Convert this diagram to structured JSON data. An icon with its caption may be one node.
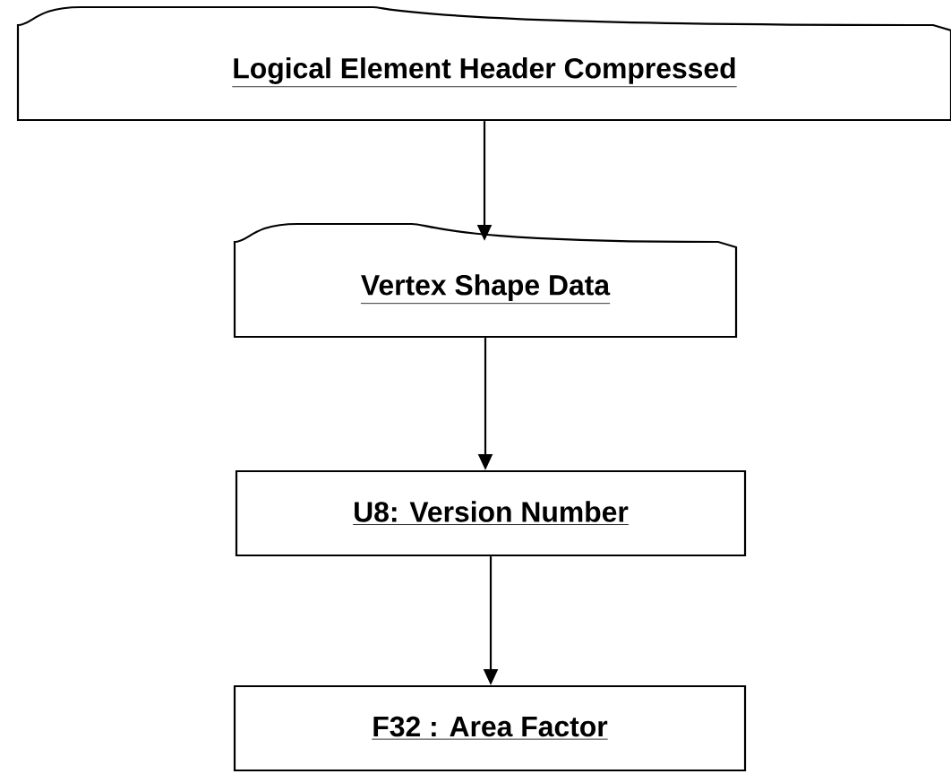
{
  "diagram": {
    "nodes": [
      {
        "text": [
          "Logical Element Header Compressed"
        ]
      },
      {
        "text": [
          "Vertex Shape Data"
        ]
      },
      {
        "text": [
          "U8: Version Number"
        ]
      },
      {
        "text": [
          "F32 : Area Factor"
        ]
      }
    ],
    "edges": [
      {
        "from": 0,
        "to": 1,
        "arrow": "to"
      },
      {
        "from": 1,
        "to": 2,
        "arrow": "to"
      },
      {
        "from": 2,
        "to": 3,
        "arrow": "to"
      }
    ]
  }
}
